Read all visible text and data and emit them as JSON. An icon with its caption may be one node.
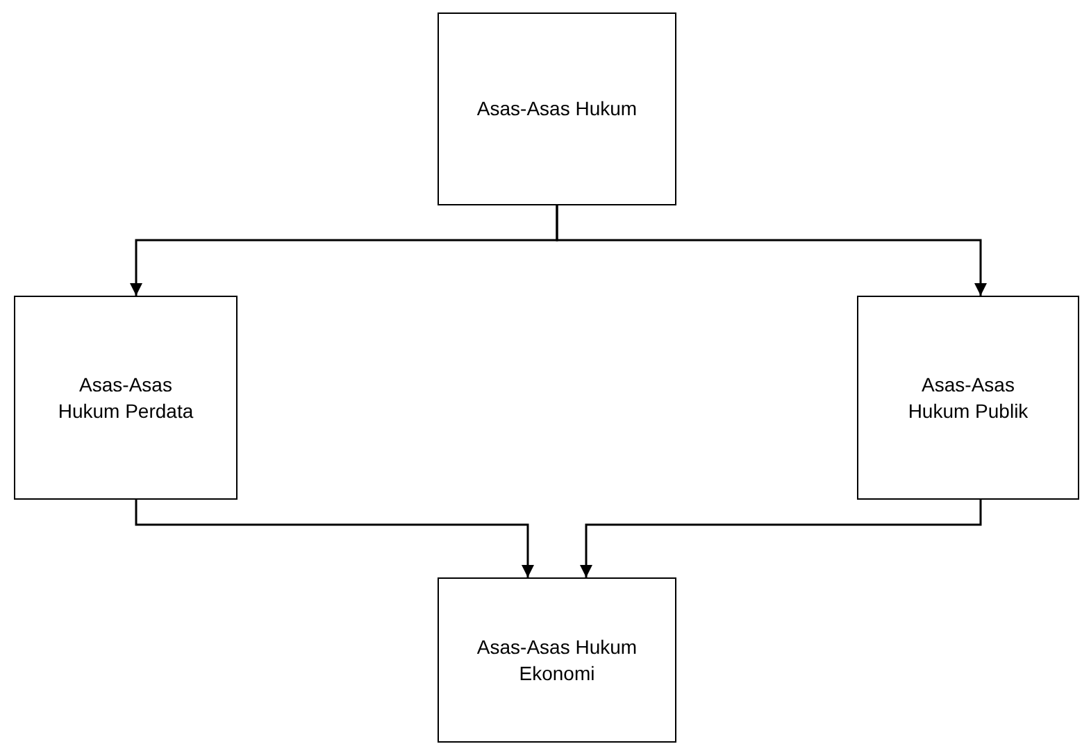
{
  "diagram": {
    "nodes": [
      {
        "text": [
          "Asas-Asas Hukum"
        ]
      },
      {
        "text": [
          "Asas-Asas Hukum Perdata"
        ]
      },
      {
        "text": [
          "Asas-Asas Hukum Publik"
        ]
      },
      {
        "text": [
          "Asas-Asas Hukum Ekonomi"
        ]
      }
    ],
    "edges": [
      {
        "from": 0,
        "to": 1,
        "arrow": "to"
      },
      {
        "from": 0,
        "to": 2,
        "arrow": "to"
      },
      {
        "from": 1,
        "to": 3,
        "arrow": "to"
      },
      {
        "from": 2,
        "to": 3,
        "arrow": "to"
      }
    ]
  }
}
